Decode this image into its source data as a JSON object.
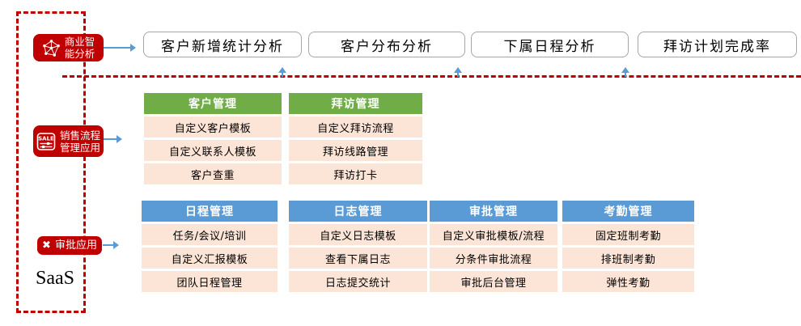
{
  "colors": {
    "accent_red": "#C00000",
    "green_header": "#70AD47",
    "blue_header": "#5B9BD5",
    "row_fill": "#FCE4D6",
    "arrow_blue": "#5B9BD5",
    "box_border": "#A6A6A6"
  },
  "saas_label": "SaaS",
  "side_labels": {
    "bi": {
      "line1": "商业智",
      "line2": "能分析"
    },
    "sales": {
      "line1": "销售流程",
      "line2": "管理应用"
    },
    "approval": {
      "line1": "审批应用",
      "icon_glyph": "✖"
    }
  },
  "sale_icon_text": "SALE",
  "top_boxes": [
    {
      "label": "客户新增统计分析"
    },
    {
      "label": "客户分布分析"
    },
    {
      "label": "下属日程分析"
    },
    {
      "label": "拜访计划完成率"
    }
  ],
  "middle_tables": [
    {
      "header": "客户管理",
      "rows": [
        "自定义客户模板",
        "自定义联系人模板",
        "客户查重"
      ]
    },
    {
      "header": "拜访管理",
      "rows": [
        "自定义拜访流程",
        "拜访线路管理",
        "拜访打卡"
      ]
    }
  ],
  "bottom_tables": [
    {
      "header": "日程管理",
      "rows": [
        "任务/会议/培训",
        "自定义汇报模板",
        "团队日程管理"
      ]
    },
    {
      "header": "日志管理",
      "rows": [
        "自定义日志模板",
        "查看下属日志",
        "日志提交统计"
      ]
    },
    {
      "header": "审批管理",
      "rows": [
        "自定义审批模板/流程",
        "分条件审批流程",
        "审批后台管理"
      ]
    },
    {
      "header": "考勤管理",
      "rows": [
        "固定班制考勤",
        "排班制考勤",
        "弹性考勤"
      ]
    }
  ]
}
